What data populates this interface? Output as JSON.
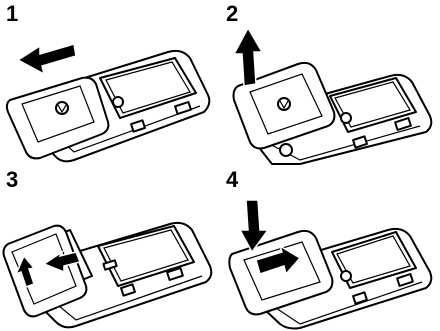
{
  "steps": [
    {
      "number": "1"
    },
    {
      "number": "2"
    },
    {
      "number": "3"
    },
    {
      "number": "4"
    }
  ],
  "icons": {
    "arrow": "arrow-icon",
    "logo": "vw-logo-icon"
  }
}
